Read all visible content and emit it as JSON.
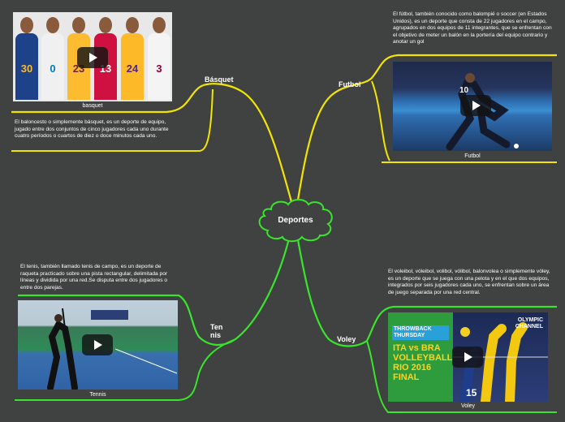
{
  "center": {
    "label": "Deportes"
  },
  "branches": {
    "basquet": {
      "label": "Básquet",
      "caption": "basquet",
      "description": "El baloncesto o simplemente básquet,  es un deporte de equipo, jugado entre dos conjuntos de cinco jugadores cada uno durante cuatro períodos o cuartos de diez o doce minutos cada uno.",
      "jersey_numbers": [
        "30",
        "0",
        "23",
        "13",
        "24",
        "3"
      ]
    },
    "futbol": {
      "label": "Futbol",
      "caption": "Futbol",
      "description": "El fútbol, también conocido como balompié o soccer (en Estados Unidos), es un deporte que consta de 22 jugadores en el campo, agrupados en dos equipos de 11 integrantes, que se enfrentan con el objetivo de meter un balón en la portería del equipo contrario y anotar un gol",
      "jersey_number": "10"
    },
    "tenis": {
      "label_line1": "Ten",
      "label_line2": "nis",
      "caption": "Tennis",
      "description": "El tenis, también llamado tenis de campo,  es un deporte de raqueta practicado sobre una pista rectangular, delimitada por líneas y dividida por una red.Se disputa entre dos jugadores o entre dos parejas."
    },
    "voley": {
      "label": "Voley",
      "caption": "Voley",
      "description": "El voleibol, vóleibol, volibol, vólibol, balonvolea o simplemente vóley,  es un deporte que se juega con una pelota y en el que dos equipos, integrados por seis jugadores cada uno, se enfrentan sobre un área de juego separada por una red central.",
      "thumb_badge_line1": "THROWBACK",
      "thumb_badge_line2": "THURSDAY",
      "thumb_title_line1": "ITA vs BRA",
      "thumb_title_line2": "VOLLEYBALL",
      "thumb_title_line3": "RIO 2016",
      "thumb_title_line4": "FINAL",
      "channel_line1": "OLYMPIC",
      "channel_line2": "CHANNEL",
      "jersey_number": "15"
    }
  },
  "colors": {
    "background": "#3f4240",
    "yellow": "#f2e600",
    "green": "#39e52b",
    "center_fill": "#3f4240"
  }
}
